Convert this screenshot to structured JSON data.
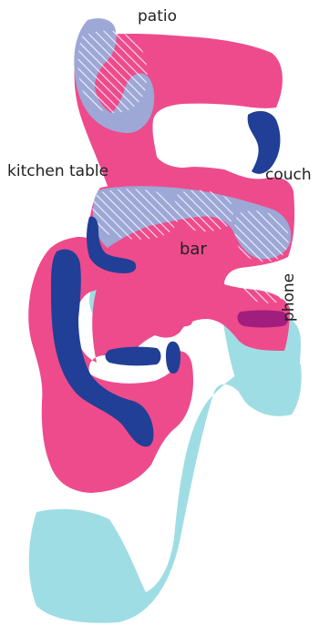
{
  "labels": {
    "patio": "patio",
    "kitchen_table": "kitchen table",
    "couch": "couch",
    "bar": "bar",
    "phone": "phone"
  },
  "colors": {
    "pink": "#ee4b8c",
    "cyan": "#9fdde4",
    "navy": "#213f96",
    "magenta": "#a11e7e",
    "lavender": "#9da8d6",
    "hatch": "#ffffff"
  }
}
